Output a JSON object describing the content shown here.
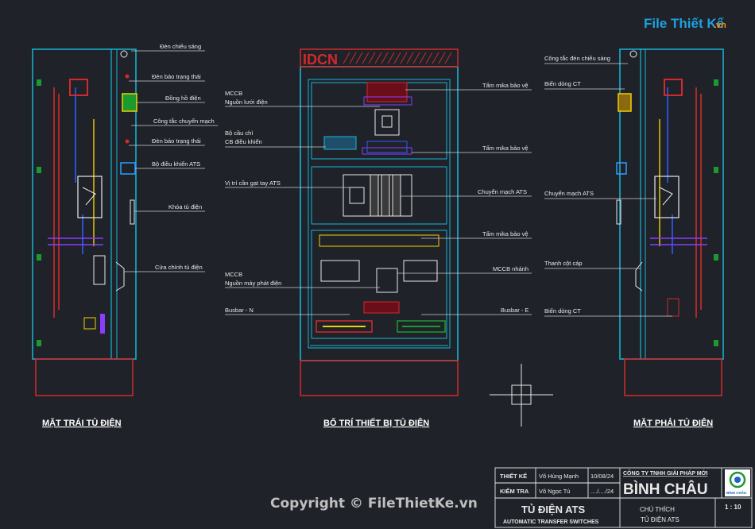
{
  "logo": {
    "brand": "File Thiết Kế",
    "suffix": ".vn"
  },
  "panel_brand": "IDCN",
  "views": {
    "left": "MẶT TRÁI TỦ ĐIỆN",
    "center": "BỐ TRÍ THIẾT BỊ TỦ ĐIỆN",
    "right": "MẶT PHẢI TỦ ĐIỆN"
  },
  "left_labels": [
    "Đèn chiếu sáng",
    "Đèn báo trạng thái",
    "Đồng hồ điện",
    "Công tắc chuyển mạch",
    "Đèn báo trạng thái",
    "Bộ điều khiển ATS",
    "Khóa tủ điện",
    "Cửa chính tủ điện"
  ],
  "center_left_labels": [
    "MCCB",
    "Nguồn lưới điện",
    "Bộ cầu chì",
    "CB điều khiển",
    "Vị trí cần gạt tay ATS",
    "MCCB",
    "Nguồn máy phát điện",
    "Busbar - N"
  ],
  "center_right_labels": [
    "Tấm mika bảo vệ",
    "Tấm mika bảo vệ",
    "Chuyển mạch ATS",
    "Tấm mika bảo vệ",
    "MCCB nhánh",
    "Busbar - E"
  ],
  "right_labels": [
    "Công tắc đèn chiếu sáng",
    "Biến dòng CT",
    "Chuyển mạch ATS",
    "Thanh cột cáp",
    "Biến dòng CT"
  ],
  "title_block": {
    "designed_label": "THIẾT KẾ",
    "designed_by": "Võ Hùng Mạnh",
    "designed_date": "10/08/24",
    "checked_label": "KIỂM TRA",
    "checked_by": "Võ Ngọc Tú",
    "checked_date": "..../..../24",
    "company_line": "CÔNG TY TNHH GIẢI PHÁP MỚI",
    "company_name": "BÌNH CHÂU",
    "company_logo_text": "BÌNH CHÂU",
    "drawing_title": "TỦ ĐIỆN ATS",
    "drawing_subtitle": "AUTOMATIC TRANSFER SWITCHES",
    "note_label": "CHÚ THÍCH",
    "note_value": "TỦ ĐIỆN ATS",
    "scale": "1 : 10"
  },
  "watermark": "Copyright © FileThietKe.vn",
  "colors": {
    "background": "#1f2229",
    "cabinet": "#17b6d8",
    "base": "#d22a2a",
    "text": "#e8e8e8",
    "leader": "#cfcfcf"
  }
}
